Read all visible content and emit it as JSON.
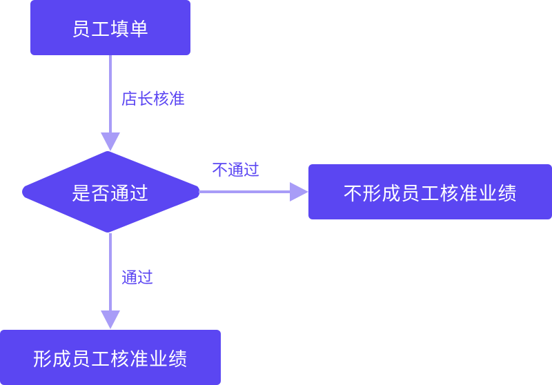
{
  "nodes": {
    "start": "员工填单",
    "decision": "是否通过",
    "fail_result": "不形成员工核准业绩",
    "pass_result": "形成员工核准业绩"
  },
  "edges": {
    "approve": "店长核准",
    "no_pass": "不通过",
    "pass": "通过"
  },
  "colors": {
    "node_fill": "#5b46f2",
    "connector": "#a89cf7",
    "label_text": "#5b46f2",
    "node_text": "#ffffff"
  }
}
